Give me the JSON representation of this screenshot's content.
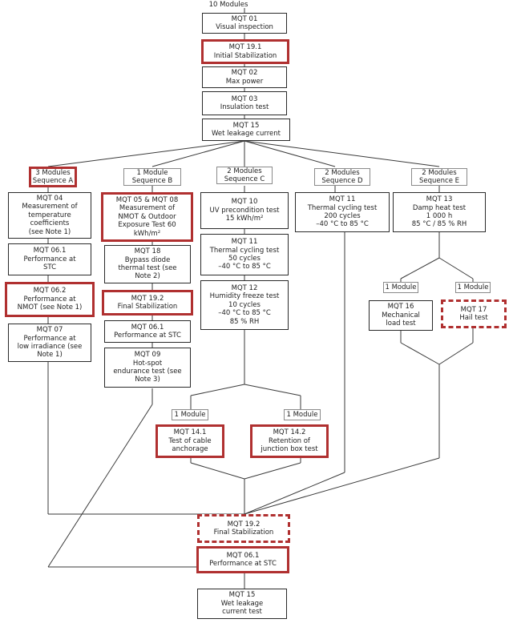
{
  "top_label": "10 Modules",
  "trunk": {
    "mqt01": [
      "MQT 01",
      "Visual inspection"
    ],
    "mqt191": [
      "MQT 19.1",
      "Initial Stabilization"
    ],
    "mqt02": [
      "MQT 02",
      "Max power"
    ],
    "mqt03": [
      "MQT 03",
      "Insulation test"
    ],
    "mqt15": [
      "MQT 15",
      "Wet leakage current"
    ]
  },
  "sequences": {
    "a": [
      "3 Modules",
      "Sequence A"
    ],
    "b": [
      "1 Module",
      "Sequence B"
    ],
    "c": [
      "2 Modules",
      "Sequence C"
    ],
    "d": [
      "2 Modules",
      "Sequence D"
    ],
    "e": [
      "2 Modules",
      "Sequence E"
    ]
  },
  "seq_a": {
    "mqt04": [
      "MQT 04",
      "Measurement of",
      "temperature",
      "coefficients",
      "(see Note 1)"
    ],
    "mqt061": [
      "MQT 06.1",
      "Performance at",
      "STC"
    ],
    "mqt062": [
      "MQT 06.2",
      "Performance at",
      "NMOT (see Note 1)"
    ],
    "mqt07": [
      "MQT 07",
      "Performance at",
      "low irradiance (see",
      "Note 1)"
    ]
  },
  "seq_b": {
    "mqt0508": [
      "MQT 05 & MQT 08",
      "Measurement of",
      "NMOT & Outdoor",
      "Exposure Test 60",
      "kWh/m²"
    ],
    "mqt18": [
      "MQT 18",
      "Bypass diode",
      "thermal test (see",
      "Note 2)"
    ],
    "mqt192": [
      "MQT 19.2",
      "Final Stabilization"
    ],
    "mqt061": [
      "MQT 06.1",
      "Performance at STC"
    ],
    "mqt09": [
      "MQT 09",
      "Hot-spot",
      "endurance test (see",
      "Note 3)"
    ]
  },
  "seq_c": {
    "mqt10": [
      "MQT 10",
      "UV precondition test",
      "15 kWh/m²"
    ],
    "mqt11": [
      "MQT 11",
      "Thermal cycling test",
      "50 cycles",
      "–40 °C to 85 °C"
    ],
    "mqt12": [
      "MQT 12",
      "Humidity freeze test",
      "10 cycles",
      "–40 °C to 85 °C",
      "85 % RH"
    ],
    "split_left": "1 Module",
    "split_right": "1 Module",
    "mqt141": [
      "MQT 14.1",
      "Test of cable",
      "anchorage"
    ],
    "mqt142": [
      "MQT 14.2",
      "Retention of",
      "junction box test"
    ]
  },
  "seq_d": {
    "mqt11": [
      "MQT 11",
      "Thermal cycling test",
      "200 cycles",
      "–40 °C to 85 °C"
    ]
  },
  "seq_e": {
    "mqt13": [
      "MQT 13",
      "Damp heat test",
      "1 000 h",
      "85 °C / 85 % RH"
    ],
    "split_left": "1 Module",
    "split_right": "1 Module",
    "mqt16": [
      "MQT 16",
      "Mechanical",
      "load test"
    ],
    "mqt17": [
      "MQT 17",
      "Hail test"
    ]
  },
  "final": {
    "mqt192": [
      "MQT 19.2",
      "Final Stabilization"
    ],
    "mqt061": [
      "MQT 06.1",
      "Performance at STC"
    ],
    "mqt15": [
      "MQT 15",
      "Wet leakage",
      "current test"
    ]
  },
  "colors": {
    "highlight": "#b03030",
    "line": "#3a3a3a",
    "box_border": "#2a2a2a"
  }
}
